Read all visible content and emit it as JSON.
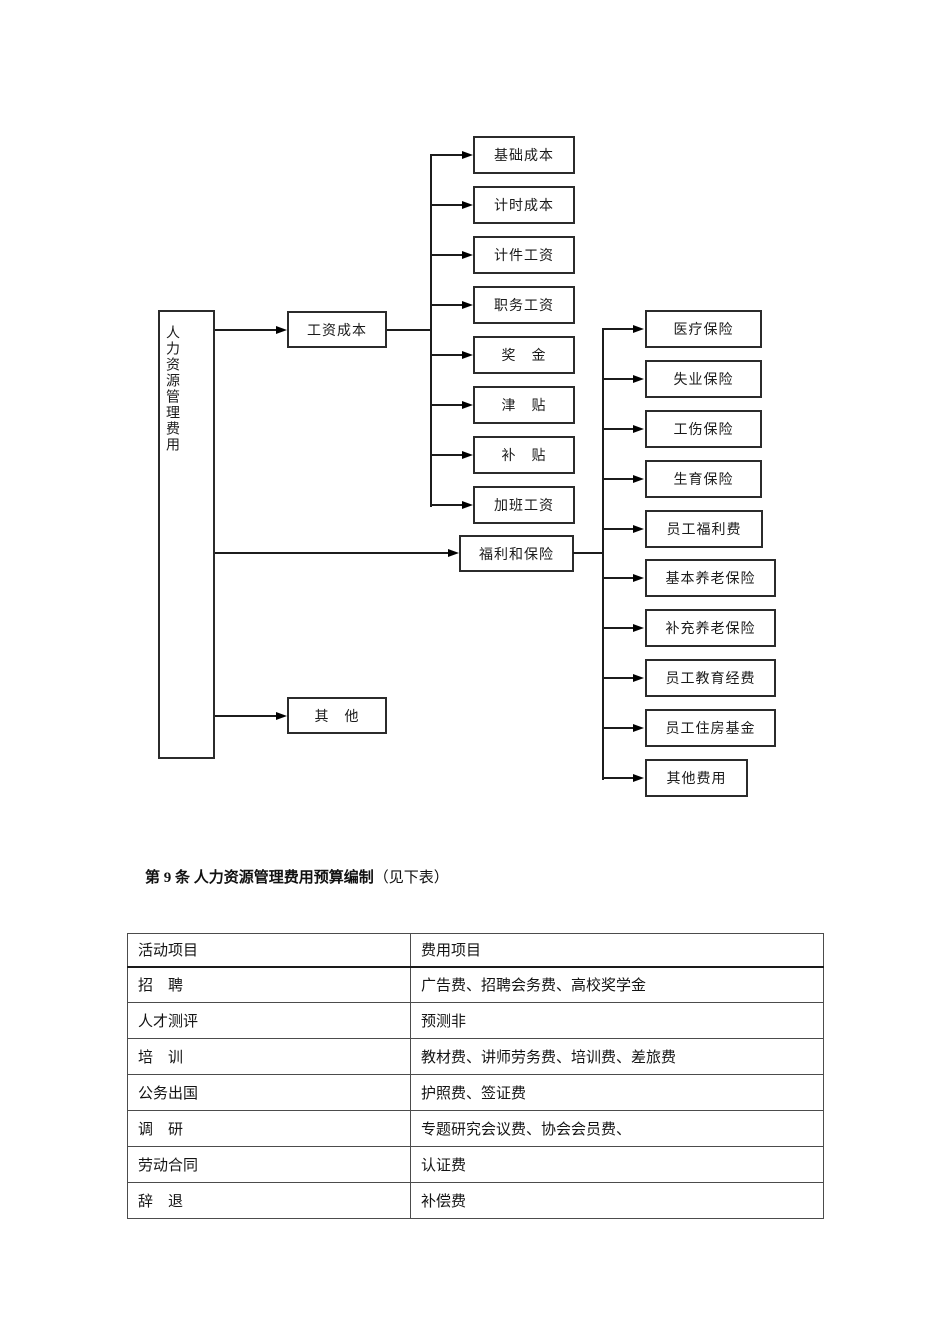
{
  "diagram": {
    "root_label": "人力资源管理费用",
    "level1": {
      "wage": "工资成本",
      "welfare": "福利和保险",
      "other": "其　他"
    },
    "wage_children": [
      {
        "label": "基础成本"
      },
      {
        "label": "计时成本"
      },
      {
        "label": "计件工资"
      },
      {
        "label": "职务工资"
      },
      {
        "label": "奖　金"
      },
      {
        "label": "津　贴"
      },
      {
        "label": "补　贴"
      },
      {
        "label": "加班工资"
      }
    ],
    "welfare_children": [
      {
        "label": "医疗保险"
      },
      {
        "label": "失业保险"
      },
      {
        "label": "工伤保险"
      },
      {
        "label": "生育保险"
      },
      {
        "label": "员工福利费"
      },
      {
        "label": "基本养老保险"
      },
      {
        "label": "补充养老保险"
      },
      {
        "label": "员工教育经费"
      },
      {
        "label": "员工住房基金"
      },
      {
        "label": "其他费用"
      }
    ]
  },
  "heading": {
    "bold": "第 9 条 人力资源管理费用预算编制",
    "normal": "（见下表）"
  },
  "table": {
    "headers": [
      "活动项目",
      "费用项目"
    ],
    "rows": [
      [
        "招　聘",
        "广告费、招聘会务费、高校奖学金"
      ],
      [
        "人才测评",
        "预测非"
      ],
      [
        "培　训",
        "教材费、讲师劳务费、培训费、差旅费"
      ],
      [
        "公务出国",
        "护照费、签证费"
      ],
      [
        "调　研",
        "专题研究会议费、协会会员费、"
      ],
      [
        "劳动合同",
        "认证费"
      ],
      [
        "辞　退",
        "补偿费"
      ]
    ]
  }
}
